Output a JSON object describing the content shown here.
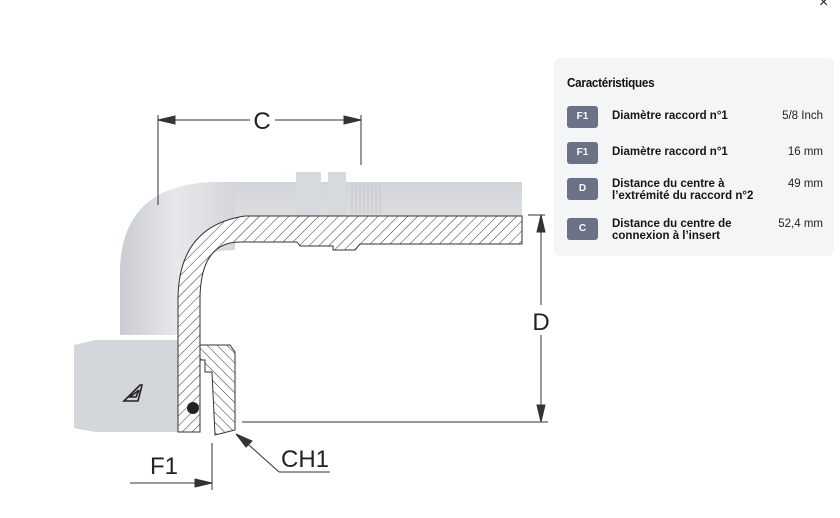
{
  "close_label": "×",
  "drawing": {
    "labels": {
      "c": "C",
      "d": "D",
      "f1": "F1",
      "ch1": "CH1"
    }
  },
  "panel": {
    "title": "Caractéristiques",
    "rows": [
      {
        "badge": "F1",
        "label": "Diamètre raccord n°1",
        "value": "5/8 Inch"
      },
      {
        "badge": "F1",
        "label": "Diamètre raccord n°1",
        "value": "16 mm"
      },
      {
        "badge": "D",
        "label": "Distance du centre à l’extrémité du raccord n°2",
        "value": "49 mm"
      },
      {
        "badge": "C",
        "label": "Distance du centre de connexion à l’insert",
        "value": "52,4 mm"
      }
    ]
  }
}
